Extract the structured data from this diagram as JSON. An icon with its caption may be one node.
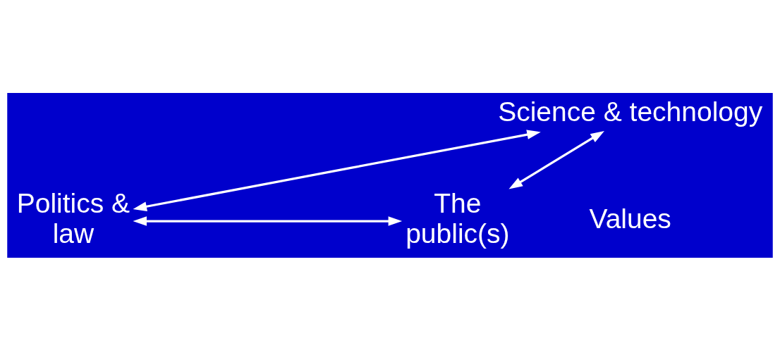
{
  "diagram": {
    "nodes": [
      {
        "text": [
          "Science & technology"
        ]
      },
      {
        "text": [
          "Politics & law"
        ]
      },
      {
        "text": [
          "The public(s)"
        ]
      }
    ],
    "edges": [
      {
        "from": 0,
        "to": 1,
        "arrow": "both"
      },
      {
        "from": 0,
        "to": 2,
        "arrow": "both"
      },
      {
        "from": 1,
        "to": 2,
        "arrow": "both"
      }
    ],
    "labels": [
      "Values"
    ]
  }
}
